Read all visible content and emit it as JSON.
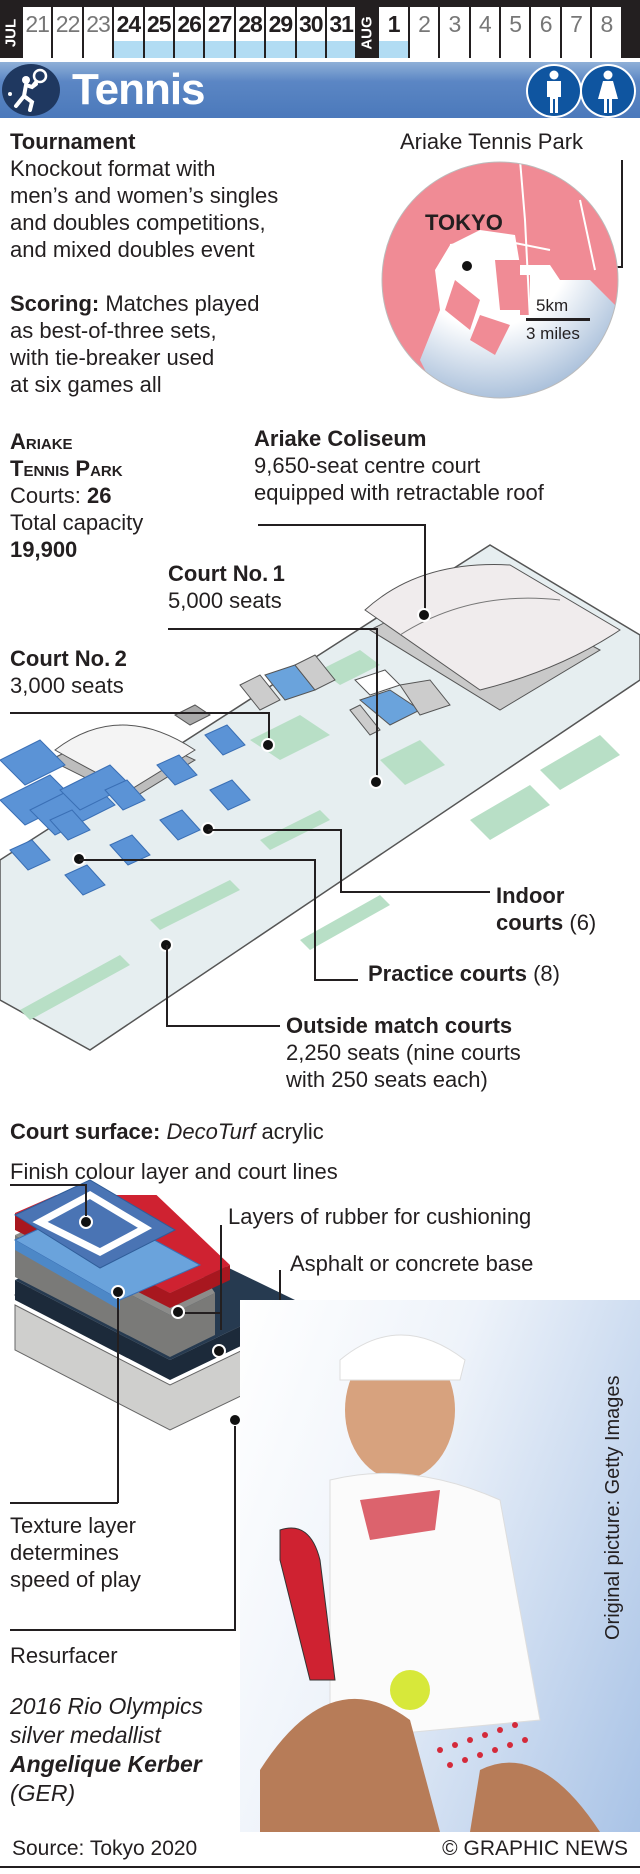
{
  "calendar": {
    "months": [
      {
        "label": "JUL",
        "days": [
          {
            "day": "21",
            "active": false
          },
          {
            "day": "22",
            "active": false
          },
          {
            "day": "23",
            "active": false
          },
          {
            "day": "24",
            "active": true
          },
          {
            "day": "25",
            "active": true
          },
          {
            "day": "26",
            "active": true
          },
          {
            "day": "27",
            "active": true
          },
          {
            "day": "28",
            "active": true
          },
          {
            "day": "29",
            "active": true
          },
          {
            "day": "30",
            "active": true
          },
          {
            "day": "31",
            "active": true
          }
        ]
      },
      {
        "label": "AUG",
        "days": [
          {
            "day": "1",
            "active": true
          },
          {
            "day": "2",
            "active": false
          },
          {
            "day": "3",
            "active": false
          },
          {
            "day": "4",
            "active": false
          },
          {
            "day": "5",
            "active": false
          },
          {
            "day": "6",
            "active": false
          },
          {
            "day": "7",
            "active": false
          },
          {
            "day": "8",
            "active": false
          }
        ]
      }
    ],
    "active_color": "#b2dcf3"
  },
  "banner": {
    "title": "Tennis",
    "sport_icon": "tennis-player-icon",
    "gender_icons": [
      "male-icon",
      "female-icon"
    ],
    "color": "#4b79bb"
  },
  "tournament": {
    "heading": "Tournament",
    "body": [
      "Knockout format with",
      "men’s and women’s singles",
      "and doubles competitions,",
      "and mixed doubles event"
    ]
  },
  "scoring": {
    "heading": "Scoring:",
    "body_first": " Matches played",
    "body": [
      "as best-of-three sets,",
      "with tie-breaker used",
      "at six games all"
    ]
  },
  "locator_map": {
    "label": "Ariake Tennis Park",
    "city": "TOKYO",
    "scale_km": "5km",
    "scale_miles": "3 miles",
    "land_color": "#f08b95",
    "water_color": "#ffffff"
  },
  "park": {
    "name_line1": "Ariake",
    "name_line2": "Tennis Park",
    "courts_label": "Courts: ",
    "courts_value": "26",
    "capacity_label": "Total capacity",
    "capacity_value": "19,900"
  },
  "venues": {
    "coliseum": {
      "name": "Ariake Coliseum",
      "desc": [
        "9,650-seat centre court",
        "equipped with retractable roof"
      ]
    },
    "court1": {
      "name": "Court No. 1",
      "desc": "5,000 seats"
    },
    "court2": {
      "name": "Court No. 2",
      "desc": "3,000 seats"
    },
    "indoor": {
      "name_line1": "Indoor",
      "name_line2": "courts",
      "count": " (6)"
    },
    "practice": {
      "name": "Practice courts",
      "count": " (8)"
    },
    "outside": {
      "name": "Outside match courts",
      "desc": [
        "2,250 seats (nine courts",
        "with 250 seats each)"
      ]
    }
  },
  "surface": {
    "heading": "Court surface:",
    "brand": "DecoTurf",
    "type": " acrylic",
    "layers": {
      "finish": "Finish colour layer and court lines",
      "rubber": "Layers of rubber for cushioning",
      "base": "Asphalt or concrete base",
      "texture": [
        "Texture layer",
        "determines",
        "speed of play"
      ],
      "resurfacer": "Resurfacer"
    },
    "colors": {
      "finish": "#4a74b4",
      "texture": "#6aa3dc",
      "rubber": "#cf2231",
      "gray": "#7a7a78",
      "dark": "#1c2a3a",
      "base": "#cfcfcd"
    }
  },
  "athlete": {
    "line1": "2016 Rio Olympics",
    "line2": "silver medallist",
    "name": "Angelique Kerber",
    "country": "(GER)",
    "credit": "Original picture: Getty Images"
  },
  "footer": {
    "source": "Source: Tokyo 2020",
    "copyright": "© GRAPHIC NEWS"
  }
}
